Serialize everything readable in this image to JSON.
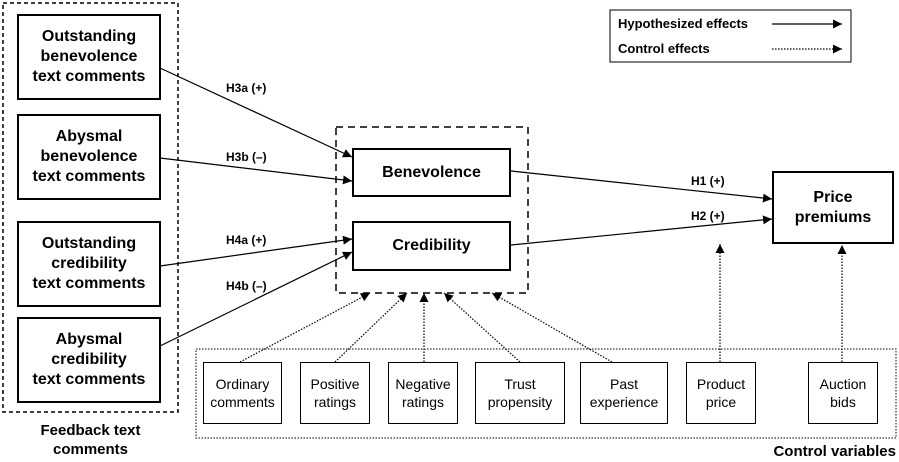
{
  "legend": {
    "hypothesized_label": "Hypothesized effects",
    "control_label": "Control effects"
  },
  "feedback": {
    "group_caption": "Feedback text\ncomments",
    "boxes": [
      {
        "label": "Outstanding\nbenevolence\ntext comments"
      },
      {
        "label": "Abysmal\nbenevolence\ntext comments"
      },
      {
        "label": "Outstanding\ncredibility\ntext comments"
      },
      {
        "label": "Abysmal\ncredibility\ntext comments"
      }
    ]
  },
  "mediators": {
    "benevolence": "Benevolence",
    "credibility": "Credibility"
  },
  "outcome": {
    "label": "Price\npremiums"
  },
  "hypotheses": {
    "h3a": "H3a (+)",
    "h3b": "H3b (–)",
    "h4a": "H4a (+)",
    "h4b": "H4b (–)",
    "h1": "H1 (+)",
    "h2": "H2 (+)"
  },
  "controls": {
    "caption": "Control variables",
    "items": [
      {
        "label": "Ordinary\ncomments"
      },
      {
        "label": "Positive\nratings"
      },
      {
        "label": "Negative\nratings"
      },
      {
        "label": "Trust\npropensity"
      },
      {
        "label": "Past\nexperience"
      },
      {
        "label": "Product\nprice"
      },
      {
        "label": "Auction\nbids"
      }
    ]
  }
}
